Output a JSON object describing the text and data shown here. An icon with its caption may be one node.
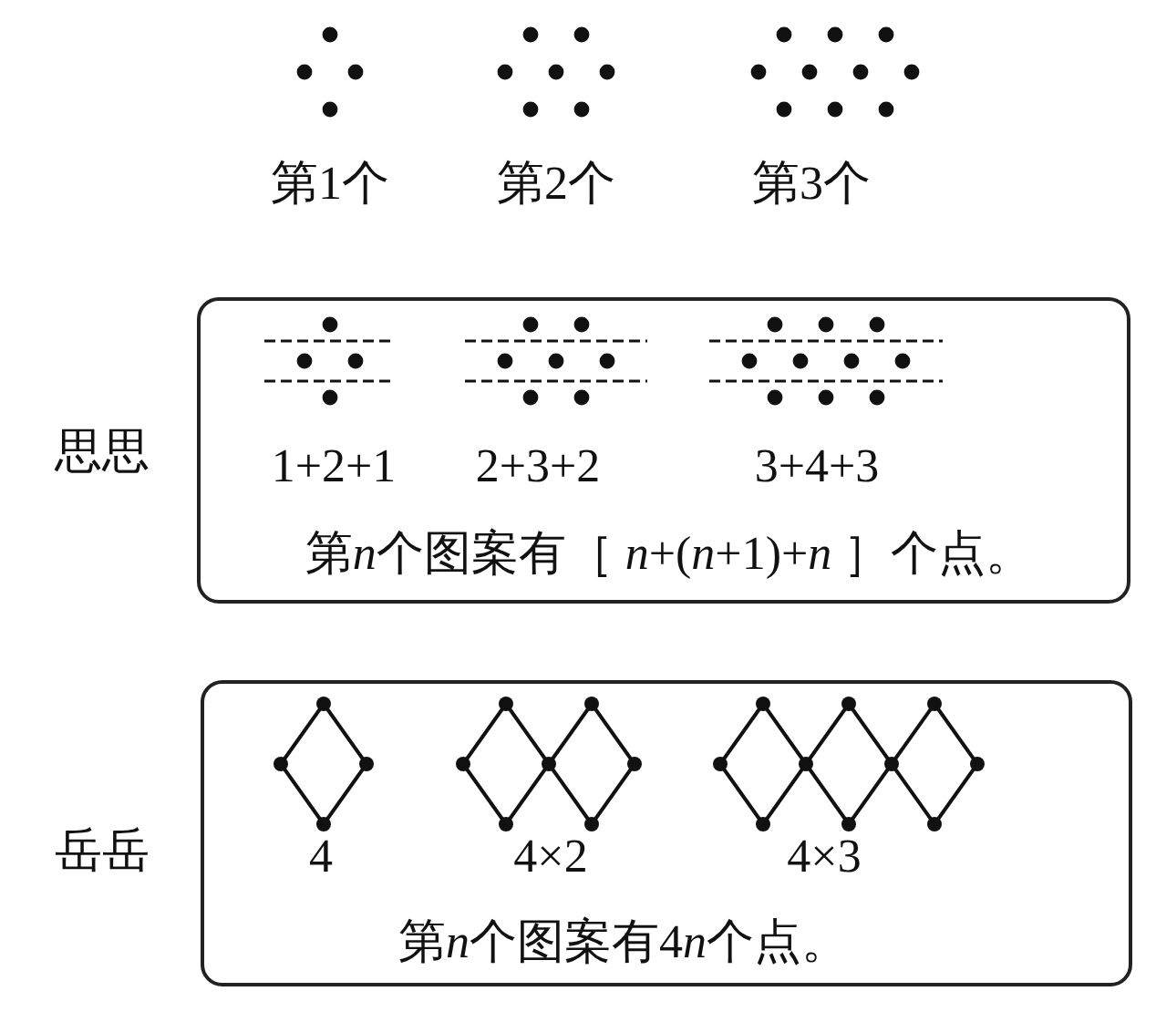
{
  "diagram": {
    "nodes": [
      {
        "text": [
          "思思",
          "第n个图案有［ n+(n+1)+n ］个点。"
        ]
      },
      {
        "text": [
          "岳岳",
          "第n个图案有4n个点。"
        ]
      }
    ],
    "labels": [
      "第1个",
      "第2个",
      "第3个",
      "1+2+1",
      "2+3+2",
      "3+4+3",
      "4",
      "4×2",
      "4×3"
    ]
  }
}
